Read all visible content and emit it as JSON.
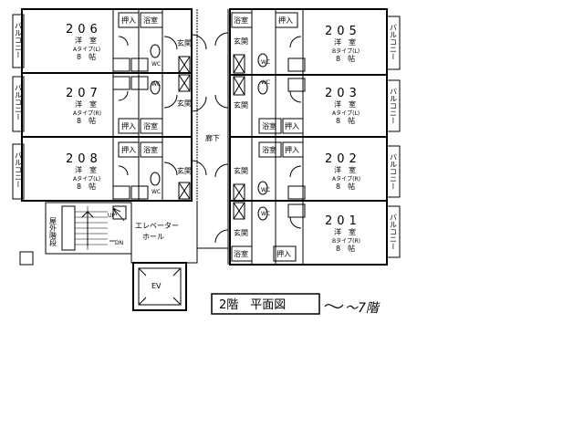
{
  "rooms": [
    {
      "number": "206",
      "type_label": "洋　室",
      "subtype": "Aタイプ(L)",
      "size": "8　帖"
    },
    {
      "number": "207",
      "type_label": "洋　室",
      "subtype": "Aタイプ(R)",
      "size": "8　帖"
    },
    {
      "number": "208",
      "type_label": "洋　室",
      "subtype": "Aタイプ(L)",
      "size": "8　帖"
    },
    {
      "number": "205",
      "type_label": "洋　室",
      "subtype": "Bタイプ(L)",
      "size": "8　帖"
    },
    {
      "number": "203",
      "type_label": "洋　室",
      "subtype": "Aタイプ(L)",
      "size": "8　帖"
    },
    {
      "number": "202",
      "type_label": "洋　室",
      "subtype": "Aタイプ(R)",
      "size": "8　帖"
    },
    {
      "number": "201",
      "type_label": "洋　室",
      "subtype": "Bタイプ(R)",
      "size": "8　帖"
    }
  ],
  "labels": {
    "balcony": "バルコニー",
    "closet": "押入",
    "bath": "浴室",
    "entrance": "玄関",
    "wc": "WC",
    "corridor": "廊下",
    "outer_stairs": "屋外階段",
    "elevator_hall": "エレベーターホール",
    "elevator_hall_1": "エレベーター",
    "elevator_hall_2": "ホール",
    "down": "DN",
    "up": "UP",
    "ev": "EV"
  },
  "footer": {
    "title": "2階　平面図",
    "handwritten": "〜7階"
  }
}
